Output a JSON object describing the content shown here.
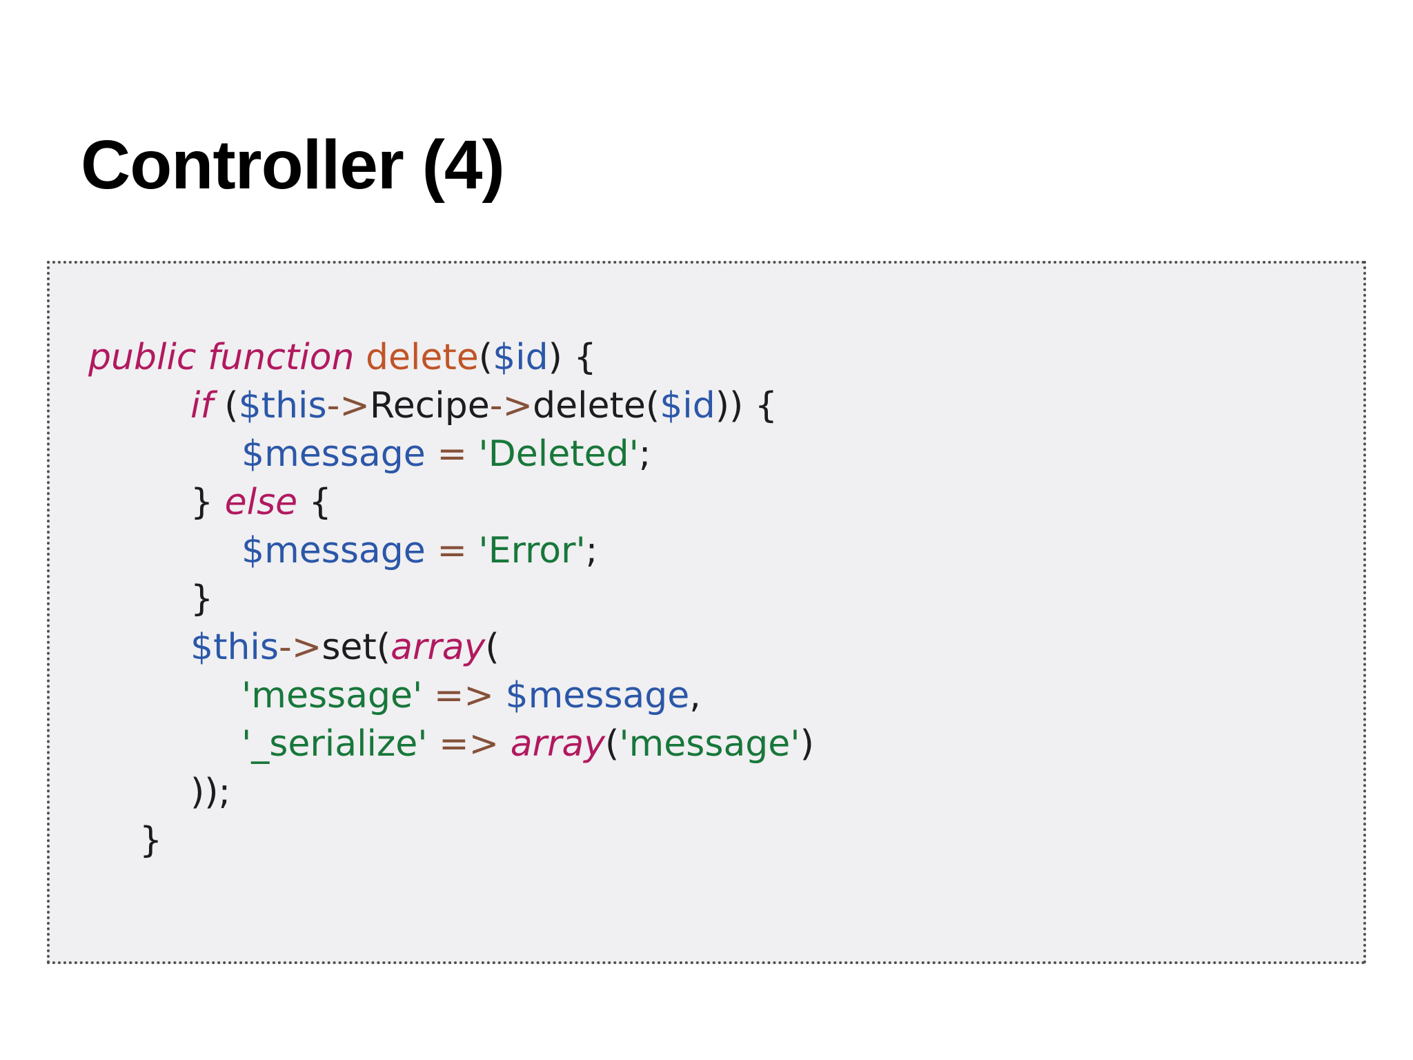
{
  "slide": {
    "title": "Controller (4)"
  },
  "colors": {
    "page_bg": "#ffffff",
    "title_text": "#000000",
    "code_bg": "#f0eff1",
    "code_border": "#4f4f4f",
    "plain": "#1c1c1e",
    "keyword": "#b1195f",
    "function_name": "#c05426",
    "variable": "#2b57a8",
    "operator": "#85513a",
    "string": "#17773a"
  },
  "code_block": {
    "lines": [
      {
        "indent": 0,
        "tokens": [
          {
            "type": "keyword",
            "text": "public"
          },
          {
            "type": "plain",
            "text": " "
          },
          {
            "type": "keyword",
            "text": "function"
          },
          {
            "type": "plain",
            "text": " "
          },
          {
            "type": "function_name",
            "text": "delete"
          },
          {
            "type": "plain",
            "text": "("
          },
          {
            "type": "variable",
            "text": "$id"
          },
          {
            "type": "plain",
            "text": ") {"
          }
        ]
      },
      {
        "indent": 2,
        "tokens": [
          {
            "type": "keyword",
            "text": "if"
          },
          {
            "type": "plain",
            "text": " ("
          },
          {
            "type": "variable",
            "text": "$this"
          },
          {
            "type": "operator",
            "text": "->"
          },
          {
            "type": "plain",
            "text": "Recipe"
          },
          {
            "type": "operator",
            "text": "->"
          },
          {
            "type": "plain",
            "text": "delete("
          },
          {
            "type": "variable",
            "text": "$id"
          },
          {
            "type": "plain",
            "text": ")) {"
          }
        ]
      },
      {
        "indent": 3,
        "tokens": [
          {
            "type": "variable",
            "text": "$message"
          },
          {
            "type": "plain",
            "text": " "
          },
          {
            "type": "operator",
            "text": "="
          },
          {
            "type": "plain",
            "text": " "
          },
          {
            "type": "string",
            "text": "'Deleted'"
          },
          {
            "type": "plain",
            "text": ";"
          }
        ]
      },
      {
        "indent": 2,
        "tokens": [
          {
            "type": "plain",
            "text": "} "
          },
          {
            "type": "keyword",
            "text": "else"
          },
          {
            "type": "plain",
            "text": " {"
          }
        ]
      },
      {
        "indent": 3,
        "tokens": [
          {
            "type": "variable",
            "text": "$message"
          },
          {
            "type": "plain",
            "text": " "
          },
          {
            "type": "operator",
            "text": "="
          },
          {
            "type": "plain",
            "text": " "
          },
          {
            "type": "string",
            "text": "'Error'"
          },
          {
            "type": "plain",
            "text": ";"
          }
        ]
      },
      {
        "indent": 2,
        "tokens": [
          {
            "type": "plain",
            "text": "}"
          }
        ]
      },
      {
        "indent": 2,
        "tokens": [
          {
            "type": "variable",
            "text": "$this"
          },
          {
            "type": "operator",
            "text": "->"
          },
          {
            "type": "plain",
            "text": "set("
          },
          {
            "type": "keyword",
            "text": "array"
          },
          {
            "type": "plain",
            "text": "("
          }
        ]
      },
      {
        "indent": 3,
        "tokens": [
          {
            "type": "string",
            "text": "'message'"
          },
          {
            "type": "plain",
            "text": " "
          },
          {
            "type": "operator",
            "text": "=>"
          },
          {
            "type": "plain",
            "text": " "
          },
          {
            "type": "variable",
            "text": "$message"
          },
          {
            "type": "plain",
            "text": ","
          }
        ]
      },
      {
        "indent": 3,
        "tokens": [
          {
            "type": "string",
            "text": "'_serialize'"
          },
          {
            "type": "plain",
            "text": " "
          },
          {
            "type": "operator",
            "text": "=>"
          },
          {
            "type": "plain",
            "text": " "
          },
          {
            "type": "keyword",
            "text": "array"
          },
          {
            "type": "plain",
            "text": "("
          },
          {
            "type": "string",
            "text": "'message'"
          },
          {
            "type": "plain",
            "text": ")"
          }
        ]
      },
      {
        "indent": 2,
        "tokens": [
          {
            "type": "plain",
            "text": "));"
          }
        ]
      },
      {
        "indent": 1,
        "tokens": [
          {
            "type": "plain",
            "text": "}"
          }
        ]
      }
    ]
  }
}
